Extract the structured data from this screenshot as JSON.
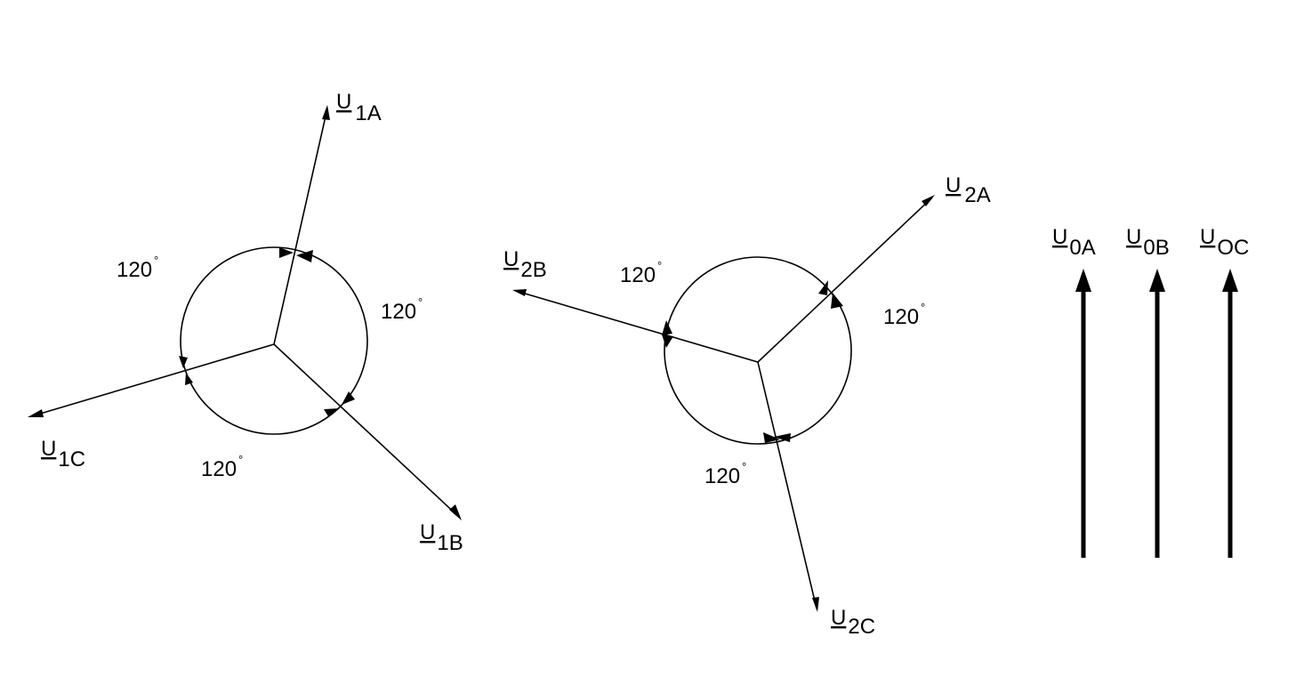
{
  "positive": {
    "vectors": [
      {
        "letter": "U",
        "sub": "1A"
      },
      {
        "letter": "U",
        "sub": "1B"
      },
      {
        "letter": "U",
        "sub": "1C"
      }
    ],
    "angles": [
      "120",
      "120",
      "120"
    ]
  },
  "negative": {
    "vectors": [
      {
        "letter": "U",
        "sub": "2A"
      },
      {
        "letter": "U",
        "sub": "2B"
      },
      {
        "letter": "U",
        "sub": "2C"
      }
    ],
    "angles": [
      "120",
      "120",
      "120"
    ]
  },
  "zero": {
    "vectors": [
      {
        "letter": "U",
        "sub": "0A"
      },
      {
        "letter": "U",
        "sub": "0B"
      },
      {
        "letter": "U",
        "sub": "OC"
      }
    ]
  },
  "degree_symbol": "°"
}
